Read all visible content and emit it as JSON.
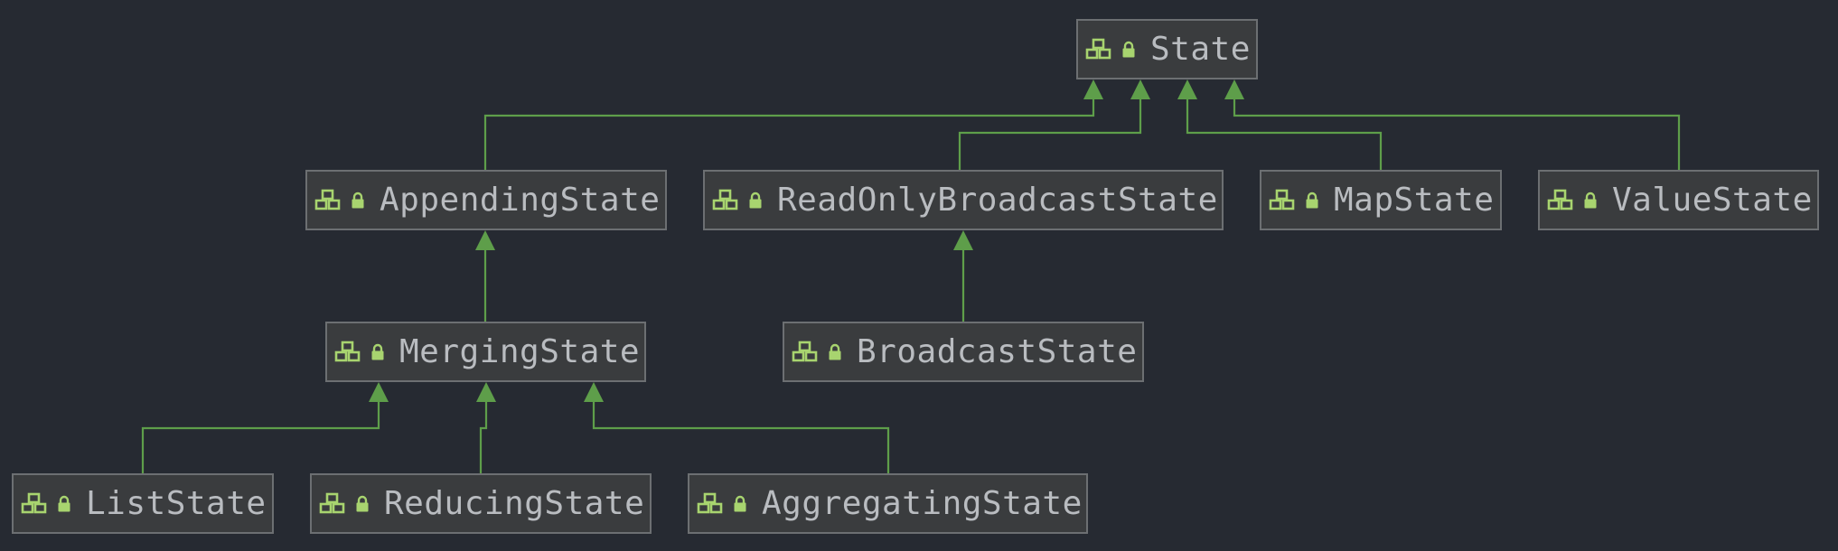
{
  "diagram": {
    "colors": {
      "background": "#262a32",
      "node_fill": "#3a3c3e",
      "node_border": "#6c6f72",
      "label": "#b9bcc0",
      "icon": "#a8d46f",
      "edge": "#5e9e4a"
    },
    "icons": {
      "kind": "interface-icon",
      "access": "lock-icon"
    },
    "nodes": [
      {
        "id": "state",
        "label": "State"
      },
      {
        "id": "appending-state",
        "label": "AppendingState"
      },
      {
        "id": "read-only-broadcast-state",
        "label": "ReadOnlyBroadcastState"
      },
      {
        "id": "map-state",
        "label": "MapState"
      },
      {
        "id": "value-state",
        "label": "ValueState"
      },
      {
        "id": "merging-state",
        "label": "MergingState"
      },
      {
        "id": "broadcast-state",
        "label": "BroadcastState"
      },
      {
        "id": "list-state",
        "label": "ListState"
      },
      {
        "id": "reducing-state",
        "label": "ReducingState"
      },
      {
        "id": "aggregating-state",
        "label": "AggregatingState"
      }
    ],
    "edges": [
      {
        "from": "appending-state",
        "to": "state"
      },
      {
        "from": "read-only-broadcast-state",
        "to": "state"
      },
      {
        "from": "map-state",
        "to": "state"
      },
      {
        "from": "value-state",
        "to": "state"
      },
      {
        "from": "merging-state",
        "to": "appending-state"
      },
      {
        "from": "broadcast-state",
        "to": "read-only-broadcast-state"
      },
      {
        "from": "list-state",
        "to": "merging-state"
      },
      {
        "from": "reducing-state",
        "to": "merging-state"
      },
      {
        "from": "aggregating-state",
        "to": "merging-state"
      }
    ]
  }
}
